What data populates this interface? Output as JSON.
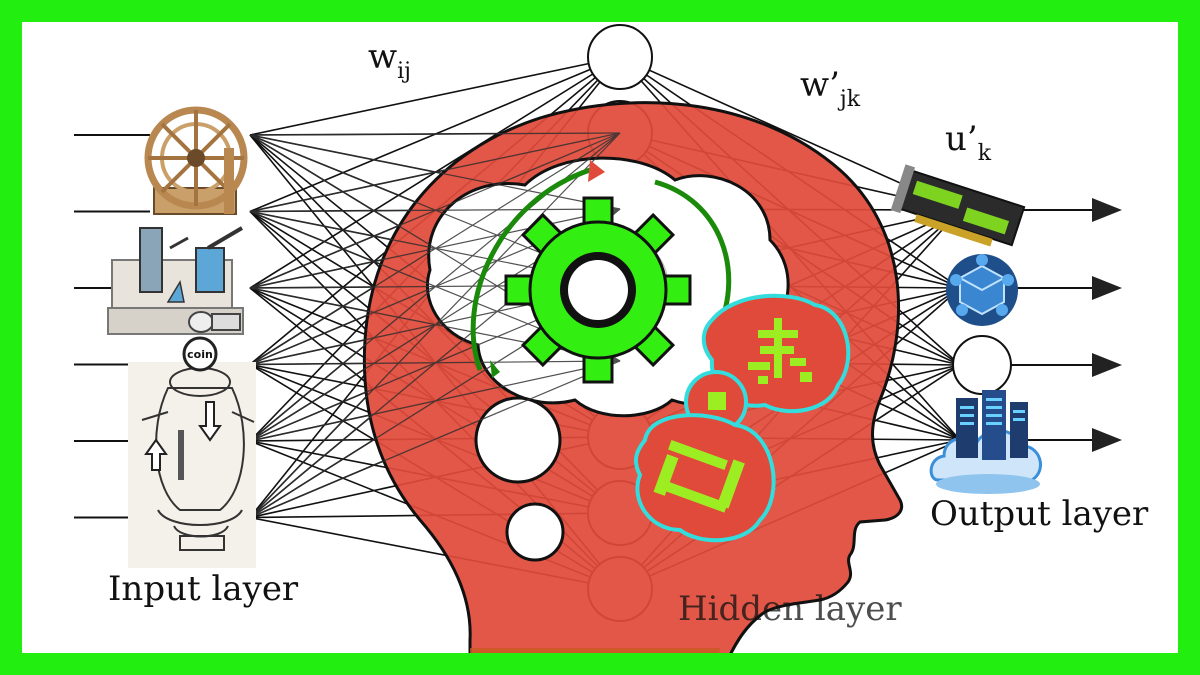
{
  "labels": {
    "w_ij_base": "w",
    "w_ij_sub": "ij",
    "w_jk_base": "w’",
    "w_jk_sub": "jk",
    "u_k_base": "u’",
    "u_k_sub": "k",
    "input_layer": "Input layer",
    "hidden_layer": "Hidden layer",
    "output_layer": "Output layer",
    "coin": "coin"
  },
  "colors": {
    "frame": "#22ee10",
    "panel": "#ffffff",
    "head": "#e04a3a",
    "gear": "#33ee11",
    "glyph": "#9cee22",
    "glyph_outline": "#33dddd"
  },
  "network": {
    "input_nodes": 6,
    "hidden_nodes": 8,
    "output_nodes": 4
  },
  "icons": {
    "input": [
      "water-wheel-icon",
      "steam-engine-icon",
      "coin-vending-machine-icon"
    ],
    "output": [
      "graphics-card-icon",
      "blockchain-cube-icon",
      "output-node-circle",
      "cloud-server-icon"
    ],
    "center": [
      "gear-icon",
      "head-silhouette-icon"
    ]
  }
}
